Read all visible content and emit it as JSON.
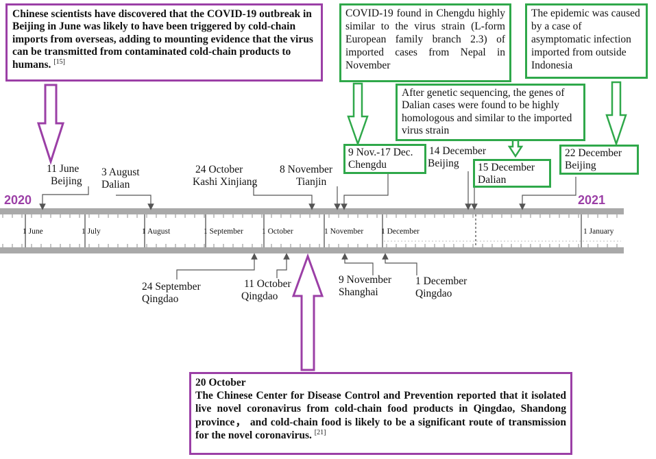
{
  "colors": {
    "purple": "#9b3fa6",
    "green": "#2fa84a",
    "bar": "#a9a9a9",
    "connector": "#555555"
  },
  "years": {
    "start": "2020",
    "end": "2021"
  },
  "months": [
    "1 June",
    "1 July",
    "1 August",
    "1 September",
    "1 October",
    "1 November",
    "1 December",
    "1 January"
  ],
  "top_events": {
    "beijing_june": {
      "date": "11 June",
      "place": "Beijing"
    },
    "dalian_aug": {
      "date": "3 August",
      "place": "Dalian"
    },
    "kashi_oct": {
      "date": "24 October",
      "place": "Kashi Xinjiang"
    },
    "tianjin_nov": {
      "date": "8 November",
      "place": "Tianjin"
    },
    "chengdu": {
      "date": "9 Nov.-17 Dec.",
      "place": "Chengdu"
    },
    "beijing_dec14": {
      "date": "14 December",
      "place": "Beijing"
    },
    "dalian_dec15": {
      "date": "15 December",
      "place": "Dalian"
    },
    "beijing_dec22": {
      "date": "22 December",
      "place": "Beijing"
    }
  },
  "bottom_events": {
    "qingdao_sep": {
      "date": "24 September",
      "place": "Qingdao"
    },
    "qingdao_oct": {
      "date": "11 October",
      "place": "Qingdao"
    },
    "shanghai_nov": {
      "date": "9 November",
      "place": "Shanghai"
    },
    "qingdao_dec": {
      "date": "1 December",
      "place": "Qingdao"
    }
  },
  "notes": {
    "beijing_source": {
      "text": "Chinese scientists have discovered that the COVID-19 outbreak in Beijing in June was likely to have been triggered by cold-chain imports from overseas, adding to mounting evidence that the virus can be transmitted from contaminated cold-chain products to humans.",
      "ref": "[15]"
    },
    "chengdu_strain": {
      "text": "COVID-19 found in Chengdu highly similar to the virus strain (L-form European family branch 2.3) of imported cases from Nepal in November"
    },
    "dalian_sequencing": {
      "text": "After genetic sequencing, the genes of Dalian cases were found to be highly homologous and similar to the imported virus strain"
    },
    "beijing_indonesia": {
      "text": "The epidemic was caused by a case of asymptomatic infection imported from outside Indonesia"
    },
    "qingdao_cdc": {
      "date": "20 October",
      "text": "The Chinese Center for Disease Control and Prevention reported that it isolated live novel coronavirus from cold-chain food products in Qingdao, Shandong province， and  cold-chain food is likely to be a significant route of transmission for the novel coronavirus.",
      "ref": "[21]"
    }
  }
}
